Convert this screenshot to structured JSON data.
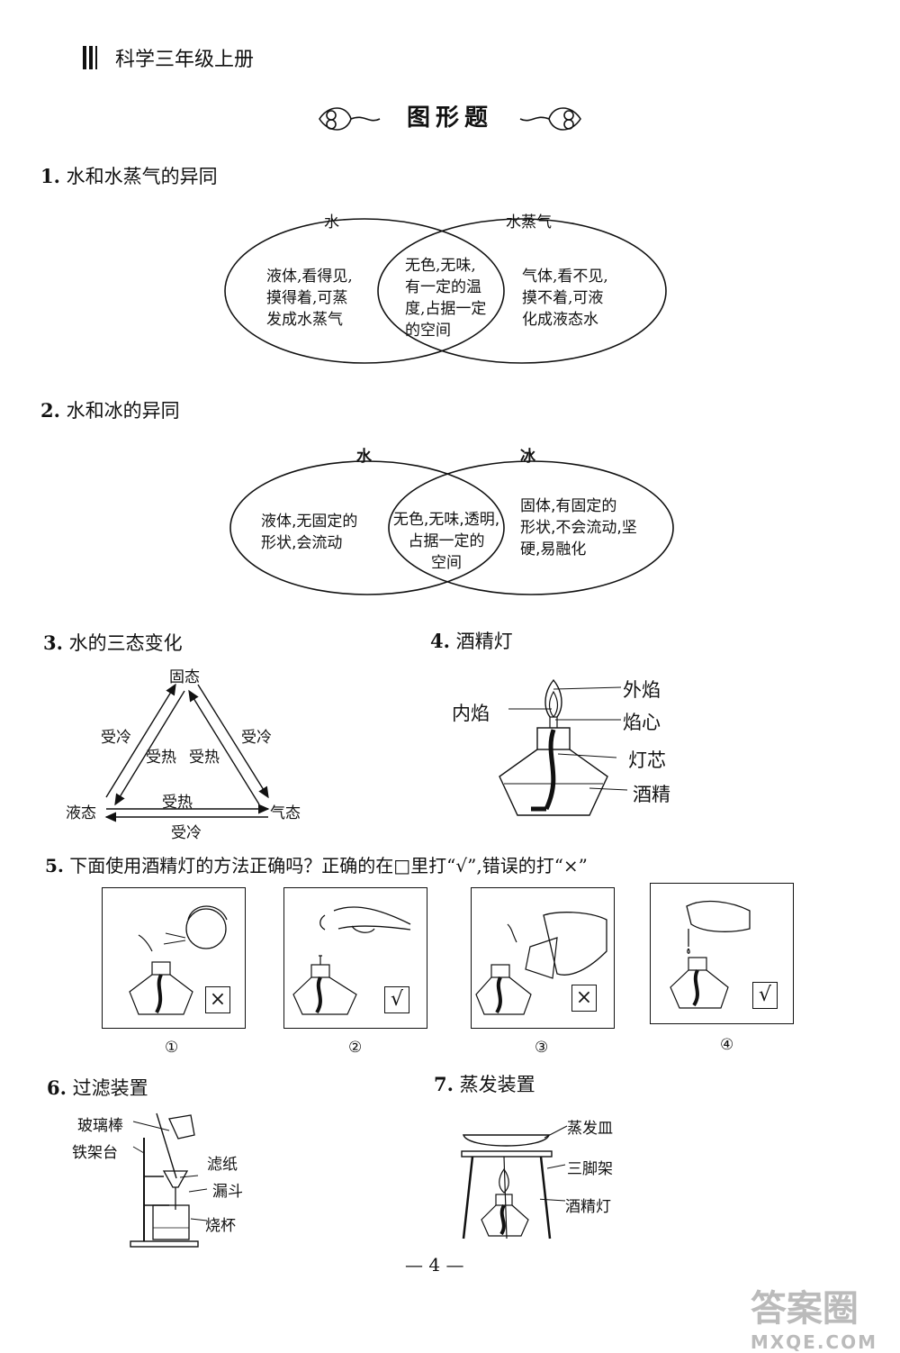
{
  "header": {
    "book_title": "科学三年级上册"
  },
  "section_title": "图形题",
  "q1": {
    "number": "1.",
    "title": "水和水蒸气的异同",
    "left_label": "水",
    "right_label": "水蒸气",
    "left_lines": [
      "液体,看得见,",
      "摸得着,可蒸",
      "发成水蒸气"
    ],
    "middle_lines": [
      "无色,无味,",
      "有一定的温",
      "度,占据一定",
      "的空间"
    ],
    "right_lines": [
      "气体,看不见,",
      "摸不着,可液",
      "化成液态水"
    ]
  },
  "q2": {
    "number": "2.",
    "title": "水和冰的异同",
    "left_label": "水",
    "right_label": "冰",
    "left_lines": [
      "液体,无固定的",
      "形状,会流动"
    ],
    "middle_lines": [
      "无色,无味,透明,",
      "占据一定的",
      "空间"
    ],
    "right_lines": [
      "固体,有固定的",
      "形状,不会流动,坚",
      "硬,易融化"
    ]
  },
  "q3": {
    "number": "3.",
    "title": "水的三态变化",
    "solid": "固态",
    "liquid": "液态",
    "gas": "气态",
    "cool": "受冷",
    "heat": "受热"
  },
  "q4": {
    "number": "4.",
    "title": "酒精灯",
    "outer_flame": "外焰",
    "inner_flame": "内焰",
    "flame_core": "焰心",
    "wick": "灯芯",
    "alcohol": "酒精"
  },
  "q5": {
    "number": "5.",
    "title": "下面使用酒精灯的方法正确吗？正确的在□里打“√”,错误的打“×”",
    "panels": [
      {
        "num": "①",
        "mark": "×"
      },
      {
        "num": "②",
        "mark": "√"
      },
      {
        "num": "③",
        "mark": "×"
      },
      {
        "num": "④",
        "mark": "√"
      }
    ]
  },
  "q6": {
    "number": "6.",
    "title": "过滤装置",
    "glass_rod": "玻璃棒",
    "iron_stand": "铁架台",
    "filter_paper": "滤纸",
    "funnel": "漏斗",
    "beaker": "烧杯"
  },
  "q7": {
    "number": "7.",
    "title": "蒸发装置",
    "dish": "蒸发皿",
    "tripod": "三脚架",
    "lamp": "酒精灯"
  },
  "footer": {
    "page_number": "— 4 —"
  },
  "watermark": {
    "main": "答案圈",
    "sub": "MXQE.COM"
  }
}
